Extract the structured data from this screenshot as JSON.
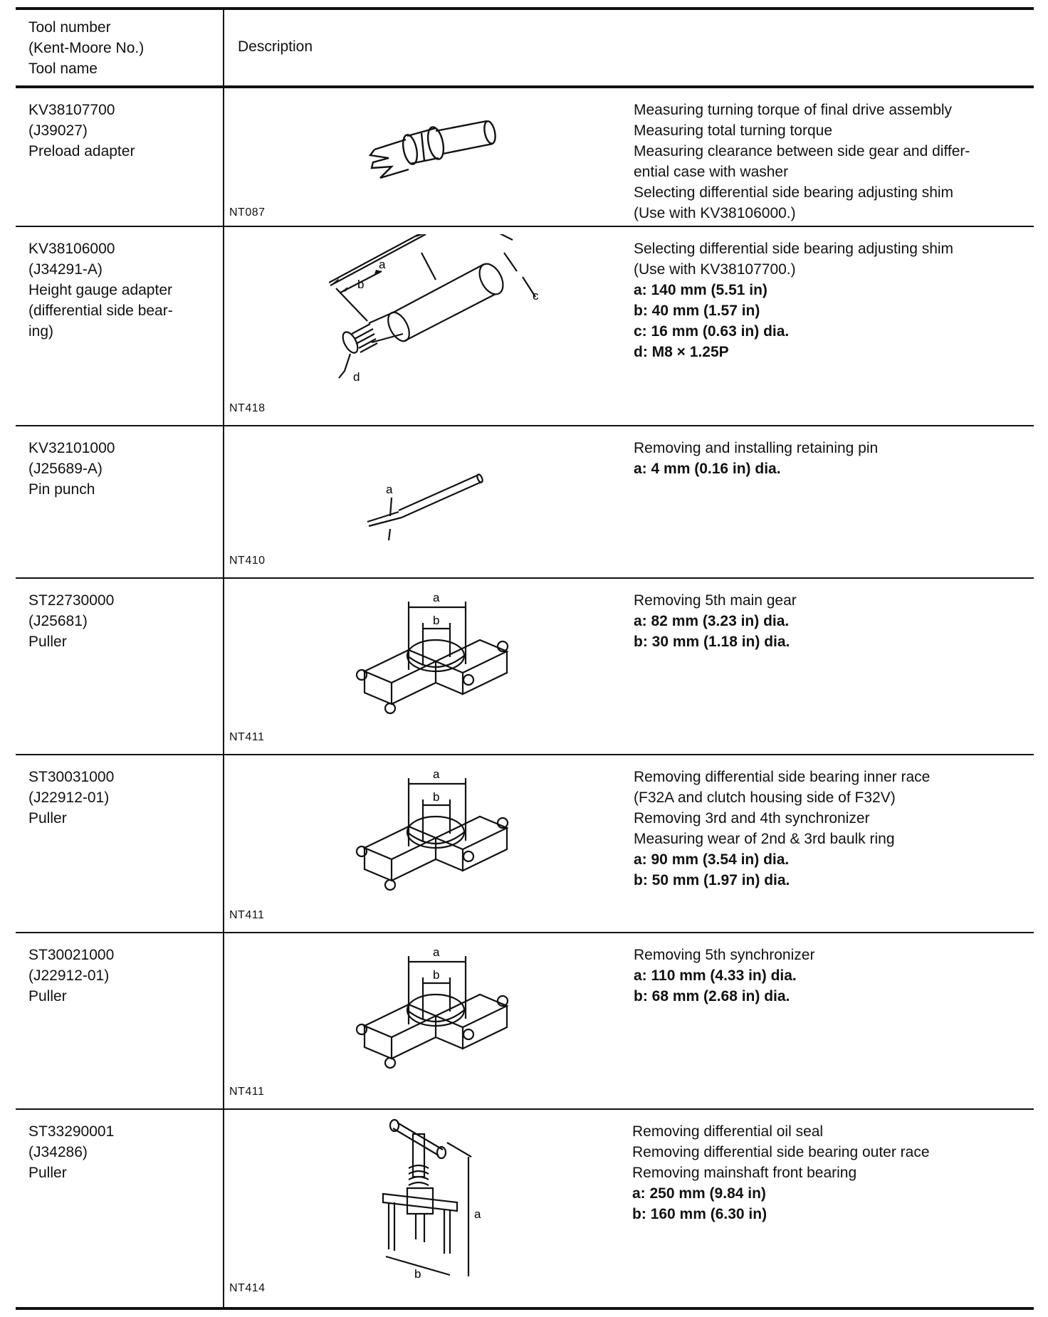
{
  "header": {
    "col1": [
      "Tool number",
      "(Kent-Moore No.)",
      "Tool name"
    ],
    "col2": "Description"
  },
  "tools": [
    {
      "number": "KV38107700",
      "kent_moore": "(J39027)",
      "name": [
        "Preload adapter"
      ],
      "code": "NT087",
      "desc": [
        "Measuring turning torque of final drive assembly",
        "Measuring total turning torque",
        "Measuring clearance between side gear and differ-",
        "ential case with washer",
        "Selecting differential side bearing adjusting shim",
        "(Use with KV38106000.)"
      ],
      "specs": []
    },
    {
      "number": "KV38106000",
      "kent_moore": "(J34291-A)",
      "name": [
        "Height gauge adapter",
        "(differential side bear-",
        "ing)"
      ],
      "code": "NT418",
      "desc": [
        "Selecting differential side bearing adjusting shim",
        "(Use with KV38107700.)"
      ],
      "specs": [
        "a: 140 mm (5.51 in)",
        "b: 40 mm (1.57 in)",
        "c: 16 mm (0.63 in) dia.",
        "d: M8 × 1.25P"
      ]
    },
    {
      "number": "KV32101000",
      "kent_moore": "(J25689-A)",
      "name": [
        "Pin punch"
      ],
      "code": "NT410",
      "desc": [
        "Removing and installing retaining pin"
      ],
      "specs": [
        "a: 4 mm (0.16 in) dia."
      ]
    },
    {
      "number": "ST22730000",
      "kent_moore": "(J25681)",
      "name": [
        "Puller"
      ],
      "code": "NT411",
      "desc": [
        "Removing 5th main gear"
      ],
      "specs": [
        "a: 82 mm (3.23 in) dia.",
        "b: 30 mm (1.18 in) dia."
      ]
    },
    {
      "number": "ST30031000",
      "kent_moore": "(J22912-01)",
      "name": [
        "Puller"
      ],
      "code": "NT411",
      "desc": [
        "Removing differential side bearing inner race",
        "(F32A and clutch housing side of F32V)",
        "Removing 3rd and 4th synchronizer",
        "Measuring wear of 2nd & 3rd baulk ring"
      ],
      "specs": [
        "a: 90 mm (3.54 in) dia.",
        "b: 50 mm (1.97 in) dia."
      ]
    },
    {
      "number": "ST30021000",
      "kent_moore": "(J22912-01)",
      "name": [
        "Puller"
      ],
      "code": "NT411",
      "desc": [
        "Removing 5th synchronizer"
      ],
      "specs": [
        "a: 110 mm (4.33 in) dia.",
        "b: 68 mm (2.68 in) dia."
      ]
    },
    {
      "number": "ST33290001",
      "kent_moore": "(J34286)",
      "name": [
        "Puller"
      ],
      "code": "NT414",
      "desc": [
        "Removing differential oil seal",
        "Removing differential side bearing outer race",
        "Removing mainshaft front bearing"
      ],
      "specs": [
        "a: 250 mm (9.84 in)",
        "b: 160 mm (6.30 in)"
      ]
    }
  ],
  "illustration_labels": {
    "height_gauge": [
      "a",
      "b",
      "c",
      "d"
    ],
    "pin_punch": [
      "a"
    ],
    "puller": [
      "a",
      "b"
    ],
    "bearing_puller": [
      "a",
      "b"
    ]
  }
}
